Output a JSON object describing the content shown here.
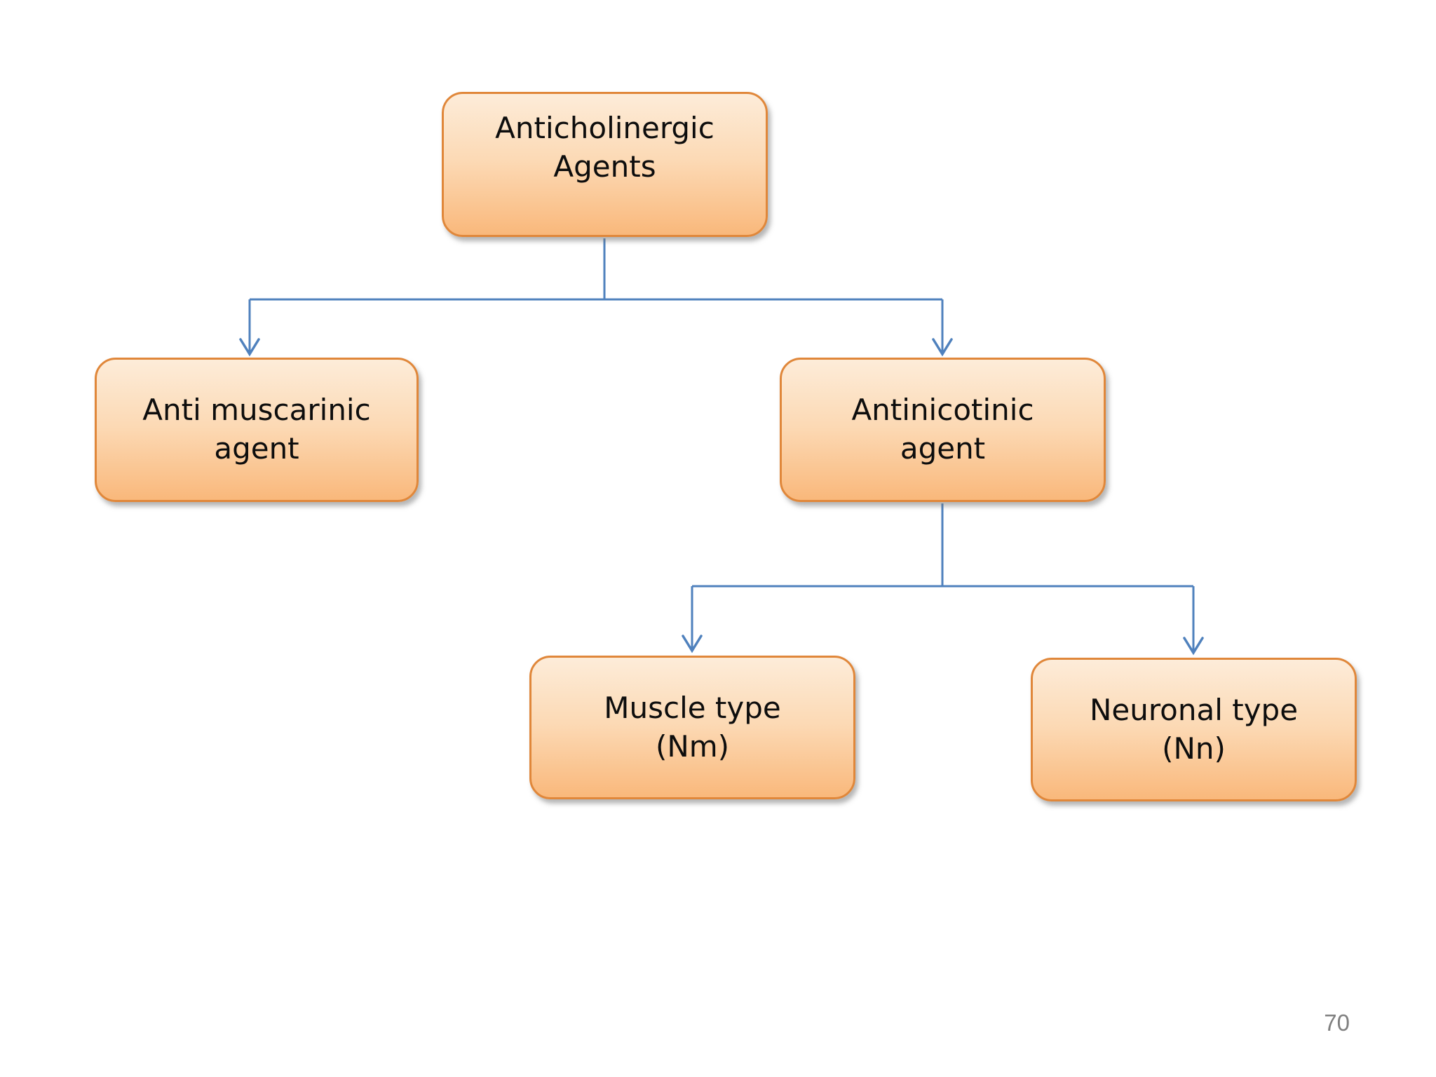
{
  "slide": {
    "page_number": "70"
  },
  "colors": {
    "background": "#ffffff",
    "connector_blue": "#4f81bd",
    "node_border_orange": "#e0873a",
    "node_fill_top": "#fdecd9",
    "node_fill_bottom": "#f9b87b",
    "node_text": "#0d0d0d",
    "page_number_gray": "#7f7f7f"
  },
  "diagram": {
    "type": "flowchart",
    "nodes": {
      "root": {
        "label": "Anticholinergic Agents",
        "line1": "Anticholinergic",
        "line2": "Agents"
      },
      "antimuscarinic": {
        "label": "Anti muscarinic agent",
        "line1": "Anti muscarinic",
        "line2": "agent"
      },
      "antinicotinic": {
        "label": "Antinicotinic agent",
        "line1": "Antinicotinic",
        "line2": "agent"
      },
      "muscle": {
        "label": "Muscle type (Nm)",
        "line1": "Muscle type",
        "line2": "(Nm)"
      },
      "neuronal": {
        "label": "Neuronal type (Nn)",
        "line1": "Neuronal type",
        "line2": "(Nn)"
      }
    },
    "edges": [
      {
        "from": "Anticholinergic Agents",
        "to": "Anti muscarinic agent"
      },
      {
        "from": "Anticholinergic Agents",
        "to": "Antinicotinic agent"
      },
      {
        "from": "Antinicotinic agent",
        "to": "Muscle type (Nm)"
      },
      {
        "from": "Antinicotinic agent",
        "to": "Neuronal type (Nn)"
      }
    ]
  }
}
